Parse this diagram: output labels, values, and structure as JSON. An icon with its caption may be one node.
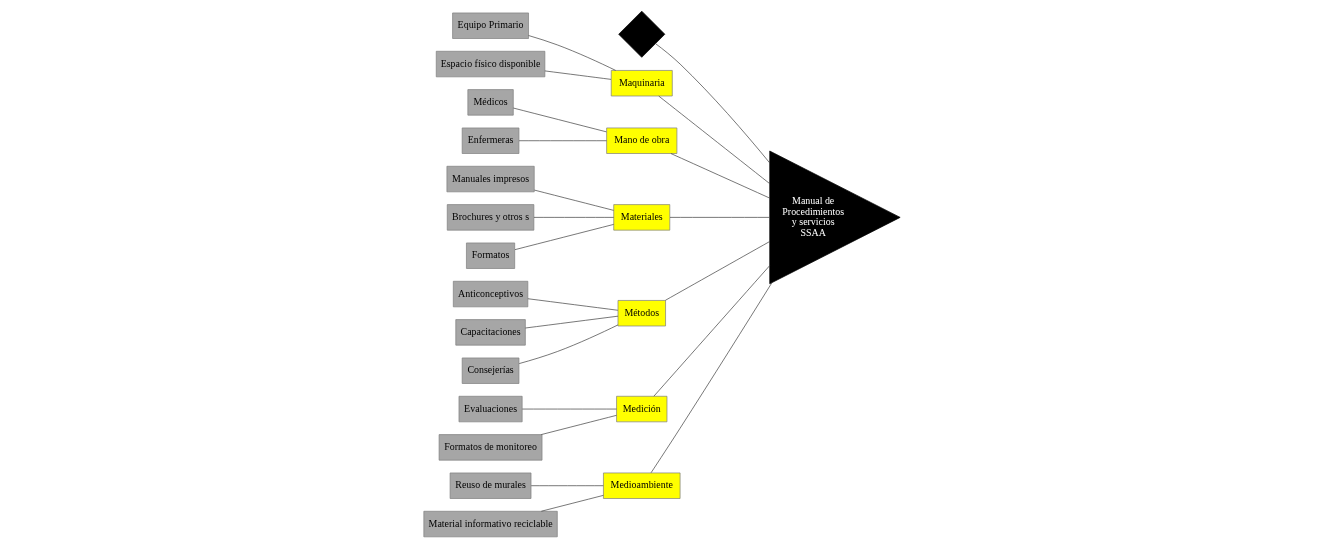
{
  "diagram": {
    "nodes": [
      {
        "text": [],
        "shape": "bowtie"
      },
      {
        "text": [
          "Maquinaria"
        ]
      },
      {
        "text": [
          "Equipo Primario"
        ]
      },
      {
        "text": [
          "Espacio físico disponible"
        ]
      },
      {
        "text": [
          "Mano de obra"
        ]
      },
      {
        "text": [
          "Médicos"
        ]
      },
      {
        "text": [
          "Enfermeras"
        ]
      },
      {
        "text": [
          "Materiales"
        ]
      },
      {
        "text": [
          "Manuales impresos"
        ]
      },
      {
        "text": [
          "Brochures y otros s"
        ]
      },
      {
        "text": [
          "Formatos"
        ]
      },
      {
        "text": [
          "Manual de Procedimientos y servicios SSAA"
        ]
      },
      {
        "text": [
          "Anticonceptivos"
        ]
      },
      {
        "text": [
          "Capacitaciones"
        ]
      },
      {
        "text": [
          "Consejerías"
        ]
      },
      {
        "text": [
          "Métodos"
        ]
      },
      {
        "text": [
          "Evaluaciones"
        ]
      },
      {
        "text": [
          "Formatos de monitoreo"
        ]
      },
      {
        "text": [
          "Medición"
        ]
      },
      {
        "text": [
          "Reuso de murales"
        ]
      },
      {
        "text": [
          "Material informativo reciclable"
        ]
      },
      {
        "text": [
          "Medioambiente"
        ]
      }
    ],
    "edges": [
      {
        "from": 0,
        "to": 11,
        "arrow": "none"
      },
      {
        "from": 1,
        "to": 11,
        "arrow": "none"
      },
      {
        "from": 2,
        "to": 1,
        "arrow": "none"
      },
      {
        "from": 3,
        "to": 1,
        "arrow": "none"
      },
      {
        "from": 4,
        "to": 11,
        "arrow": "none"
      },
      {
        "from": 5,
        "to": 4,
        "arrow": "none"
      },
      {
        "from": 6,
        "to": 4,
        "arrow": "none"
      },
      {
        "from": 7,
        "to": 11,
        "arrow": "none"
      },
      {
        "from": 8,
        "to": 7,
        "arrow": "none"
      },
      {
        "from": 9,
        "to": 7,
        "arrow": "none"
      },
      {
        "from": 10,
        "to": 7,
        "arrow": "none"
      },
      {
        "from": 15,
        "to": 11,
        "arrow": "none"
      },
      {
        "from": 12,
        "to": 15,
        "arrow": "none"
      },
      {
        "from": 13,
        "to": 15,
        "arrow": "none"
      },
      {
        "from": 14,
        "to": 15,
        "arrow": "none"
      },
      {
        "from": 18,
        "to": 11,
        "arrow": "none"
      },
      {
        "from": 16,
        "to": 18,
        "arrow": "none"
      },
      {
        "from": 17,
        "to": 18,
        "arrow": "none"
      },
      {
        "from": 21,
        "to": 11,
        "arrow": "none"
      },
      {
        "from": 19,
        "to": 21,
        "arrow": "none"
      },
      {
        "from": 20,
        "to": 21,
        "arrow": "none"
      }
    ]
  }
}
